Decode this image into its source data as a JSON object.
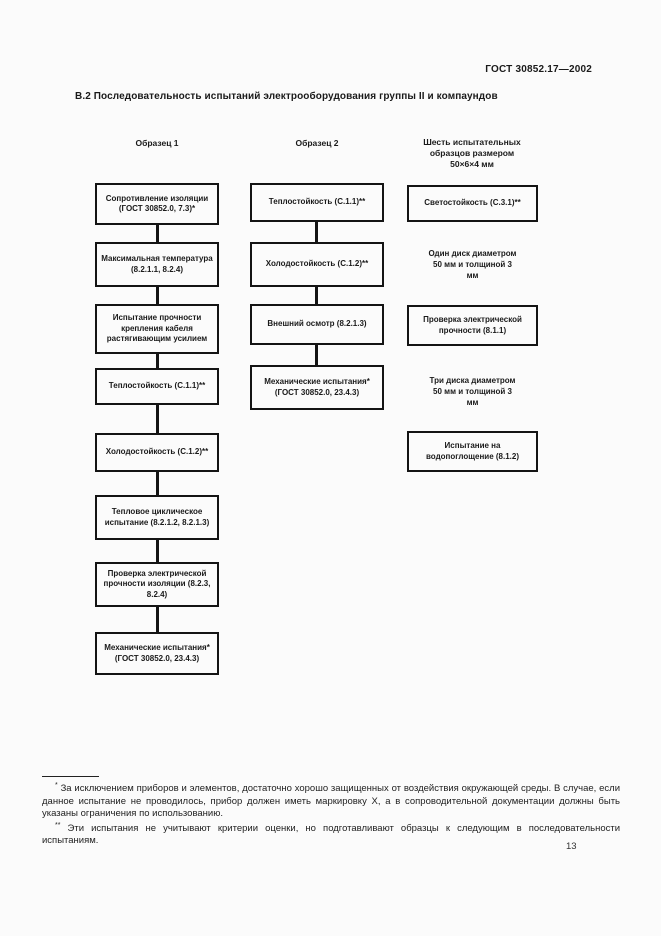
{
  "doc": {
    "number": "ГОСТ 30852.17—2002",
    "title": "В.2  Последовательность испытаний электрооборудования группы II и компаундов",
    "page_number": "13"
  },
  "chart": {
    "col1": {
      "header": "Образец 1",
      "boxes": [
        "Сопротивление изоляции (ГОСТ 30852.0, 7.3)*",
        "Максимальная температура (8.2.1.1, 8.2.4)",
        "Испытание прочности крепления кабеля растягивающим усилием",
        "Теплостойкость (С.1.1)**",
        "Холодостойкость (С.1.2)**",
        "Тепловое циклическое испытание (8.2.1.2, 8.2.1.3)",
        "Проверка электрической прочности изоляции (8.2.3, 8.2.4)",
        "Механические испытания* (ГОСТ 30852.0, 23.4.3)"
      ]
    },
    "col2": {
      "header": "Образец 2",
      "boxes": [
        "Теплостойкость (С.1.1)**",
        "Холодостойкость (С.1.2)**",
        "Внешний осмотр (8.2.1.3)",
        "Механические испытания* (ГОСТ 30852.0, 23.4.3)"
      ]
    },
    "col3": {
      "header": "Шесть испытательных образцов размером 50×6×4 мм",
      "items": [
        "Светостойкость (С.3.1)**",
        "Один диск диаметром 50 мм и толщиной 3 мм",
        "Проверка электрической прочности (8.1.1)",
        "Три диска диаметром 50 мм и толщиной 3 мм",
        "Испытание на водопоглощение (8.1.2)"
      ]
    }
  },
  "footnotes": [
    {
      "marker": "*",
      "text": "За исключением приборов и элементов, достаточно хорошо защищенных от воздействия окружающей среды. В случае, если данное испытание не проводилось, прибор должен иметь маркировку X, а в сопроводительной документации должны быть указаны ограничения по использованию."
    },
    {
      "marker": "**",
      "text": "Эти испытания не учитывают критерии оценки, но подготавливают образцы к следующим в последовательности испытаниям."
    }
  ]
}
